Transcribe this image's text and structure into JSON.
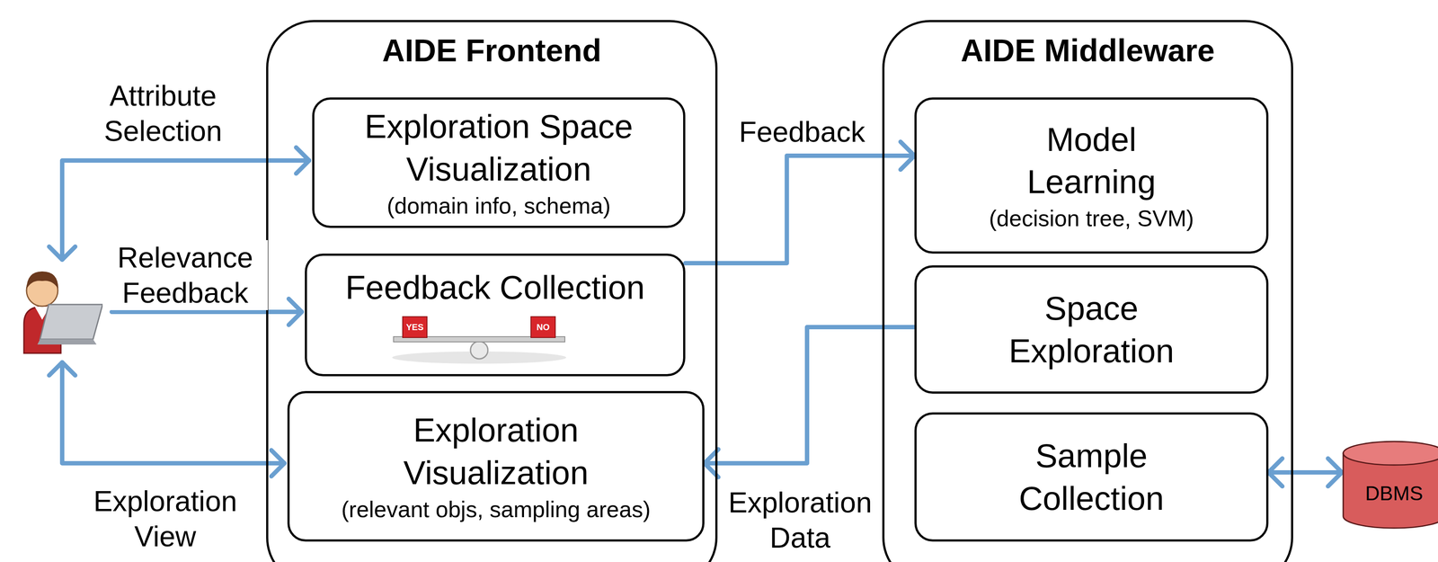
{
  "diagram": {
    "nodes": [
      {
        "text": [
          "AIDE Frontend"
        ]
      },
      {
        "text": [
          "Exploration Space Visualization",
          "(domain info, schema)"
        ],
        "in": 0
      },
      {
        "text": [
          "Feedback Collection"
        ],
        "in": 0
      },
      {
        "text": [
          "Exploration Visualization",
          "(relevant objs, sampling areas)"
        ],
        "in": 0
      },
      {
        "text": [
          "AIDE Middleware"
        ]
      },
      {
        "text": [
          "Model Learning",
          "(decision tree, SVM)"
        ],
        "in": 4
      },
      {
        "text": [
          "Space Exploration"
        ],
        "in": 4
      },
      {
        "text": [
          "Sample Collection"
        ],
        "in": 4
      },
      {
        "text": [
          "DBMS"
        ]
      }
    ],
    "edges": [
      {
        "from": 2,
        "to": 5,
        "label": "Feedback",
        "arrow": "to"
      },
      {
        "from": 6,
        "to": 3,
        "label": "Exploration Data",
        "arrow": "to"
      },
      {
        "from": 7,
        "to": 8,
        "arrow": "both"
      }
    ],
    "labels": [
      "Attribute Selection",
      "Relevance Feedback",
      "Exploration View",
      "YES",
      "NO"
    ]
  }
}
